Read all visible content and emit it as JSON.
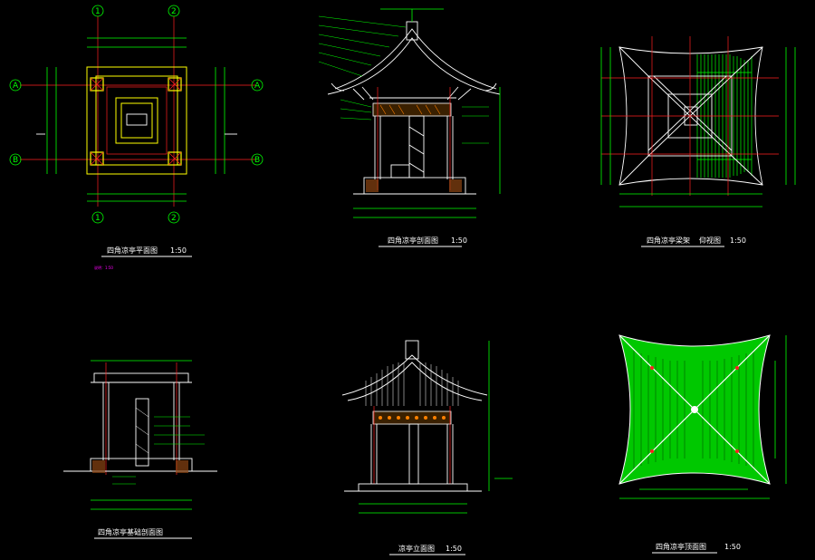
{
  "drawing": {
    "background": "#000000",
    "colors": {
      "dim": "#00ff00",
      "outline": "#ffffff",
      "axis": "#ff2020",
      "plan_frame": "#ffff00",
      "roof_fill": "#00ff00",
      "note": "#ff00ff",
      "ornament": "#c86400"
    },
    "axis_labels": {
      "col1": "1",
      "col2": "2",
      "rowA": "A",
      "rowB": "B"
    },
    "views": [
      {
        "key": "plan",
        "title": "四角凉亭平面图",
        "scale": "1:50"
      },
      {
        "key": "section",
        "title": "四角凉亭剖面图",
        "scale": "1:50"
      },
      {
        "key": "roof_plan",
        "title": "四角凉亭梁架",
        "title_suffix": "仰视图",
        "scale": "1:50"
      },
      {
        "key": "foundation",
        "title": "四角凉亭基础剖面图",
        "scale": ""
      },
      {
        "key": "elevation",
        "title": "凉亭立面图",
        "scale": "1:50"
      },
      {
        "key": "roof_top",
        "title": "四角凉亭顶面图",
        "scale": "1:50"
      }
    ],
    "plan_note": "说明：1:50"
  }
}
